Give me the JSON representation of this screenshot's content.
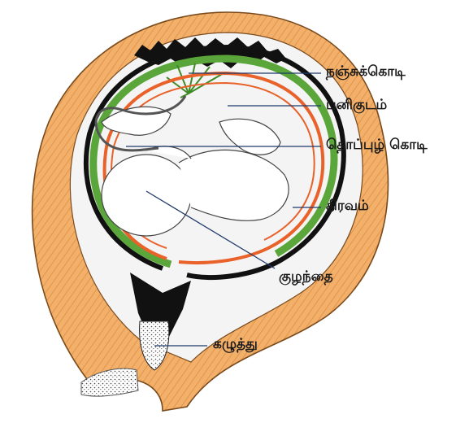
{
  "labels": {
    "placenta": "நஞ்சுக்கொடி",
    "amnion": "பனிகுடம்",
    "umbilical_cord": "தொப்புழ் கொடி",
    "fluid": "திரவம்",
    "fetus": "குழந்தை",
    "cervix": "கழுத்து"
  },
  "colors": {
    "uterine_wall": "#f0a85a",
    "uterine_wall_hatch": "#d9843a",
    "placenta_green": "#5aa63a",
    "amnion_orange": "#e8622a",
    "leader_line": "#1f3a6b"
  }
}
